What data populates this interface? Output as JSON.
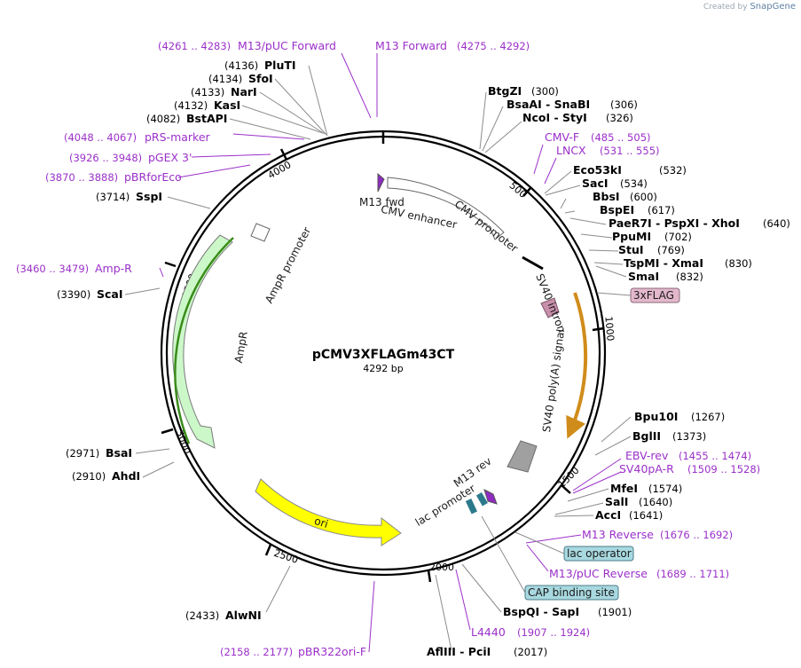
{
  "credit": {
    "prefix": "Created by",
    "brand": "SnapGene"
  },
  "plasmid": {
    "name": "pCMV3XFLAGm43CT",
    "size": "4292 bp"
  },
  "ticks": [
    "500",
    "1000",
    "1500",
    "2000",
    "2500",
    "3000",
    "3500",
    "4000"
  ],
  "enzymes_right": [
    {
      "name": "BtgZI",
      "pos": "(300)"
    },
    {
      "name": "BsaAI - SnaBI",
      "pos": "(306)"
    },
    {
      "name": "NcoI - StyI",
      "pos": "(326)"
    },
    {
      "name": "Eco53kI",
      "pos": "(532)"
    },
    {
      "name": "SacI",
      "pos": "(534)"
    },
    {
      "name": "BbsI",
      "pos": "(600)"
    },
    {
      "name": "BspEI",
      "pos": "(617)"
    },
    {
      "name": "PaeR7I - PspXI - XhoI",
      "pos": "(640)"
    },
    {
      "name": "PpuMI",
      "pos": "(702)"
    },
    {
      "name": "StuI",
      "pos": "(769)"
    },
    {
      "name": "TspMI - XmaI",
      "pos": "(830)"
    },
    {
      "name": "SmaI",
      "pos": "(832)"
    },
    {
      "name": "Bpu10I",
      "pos": "(1267)"
    },
    {
      "name": "BglII",
      "pos": "(1373)"
    },
    {
      "name": "MfeI",
      "pos": "(1574)"
    },
    {
      "name": "SalI",
      "pos": "(1640)"
    },
    {
      "name": "AccI",
      "pos": "(1641)"
    },
    {
      "name": "BspQI - SapI",
      "pos": "(1901)"
    },
    {
      "name": "AflIII - PciI",
      "pos": "(2017)"
    }
  ],
  "enzymes_left": [
    {
      "name": "PluTI",
      "pos": "(4136)"
    },
    {
      "name": "SfoI",
      "pos": "(4134)"
    },
    {
      "name": "NarI",
      "pos": "(4133)"
    },
    {
      "name": "KasI",
      "pos": "(4132)"
    },
    {
      "name": "BstAPI",
      "pos": "(4082)"
    },
    {
      "name": "SspI",
      "pos": "(3714)"
    },
    {
      "name": "ScaI",
      "pos": "(3390)"
    },
    {
      "name": "BsaI",
      "pos": "(2971)"
    },
    {
      "name": "AhdI",
      "pos": "(2910)"
    },
    {
      "name": "AlwNI",
      "pos": "(2433)"
    }
  ],
  "primers": [
    {
      "name": "M13/pUC Forward",
      "range": "(4261 .. 4283)"
    },
    {
      "name": "M13 Forward",
      "range": "(4275 .. 4292)"
    },
    {
      "name": "pRS-marker",
      "range": "(4048 .. 4067)"
    },
    {
      "name": "pGEX 3'",
      "range": "(3926 .. 3948)"
    },
    {
      "name": "pBRforEco",
      "range": "(3870 .. 3888)"
    },
    {
      "name": "Amp-R",
      "range": "(3460 .. 3479)"
    },
    {
      "name": "CMV-F",
      "range": "(485 .. 505)"
    },
    {
      "name": "LNCX",
      "range": "(531 .. 555)"
    },
    {
      "name": "EBV-rev",
      "range": "(1455 .. 1474)"
    },
    {
      "name": "SV40pA-R",
      "range": "(1509 .. 1528)"
    },
    {
      "name": "M13 Reverse",
      "range": "(1676 .. 1692)"
    },
    {
      "name": "M13/pUC Reverse",
      "range": "(1689 .. 1711)"
    },
    {
      "name": "L4440",
      "range": "(1907 .. 1924)"
    },
    {
      "name": "pBR322ori-F",
      "range": "(2158 .. 2177)"
    }
  ],
  "boxed_features": [
    "3xFLAG",
    "lac operator",
    "CAP binding site"
  ],
  "inner_features": [
    "M13 fwd",
    "CMV enhancer",
    "CMV promoter",
    "SV40 intron",
    "SV40 poly(A) signal",
    "M13 rev",
    "lac promoter",
    "ori",
    "AmpR",
    "AmpR promoter"
  ],
  "colors": {
    "ori": "#ffff00",
    "ampr": "#ccf8c9",
    "flag": "#c98fab",
    "primer": "#9b30c9",
    "lac_operator": "#a8d8e0",
    "cap": "#a8d8e0",
    "polyA": "#a0a0a0",
    "cmv": "#ffffff",
    "cds_orange": "#d08c1a"
  }
}
